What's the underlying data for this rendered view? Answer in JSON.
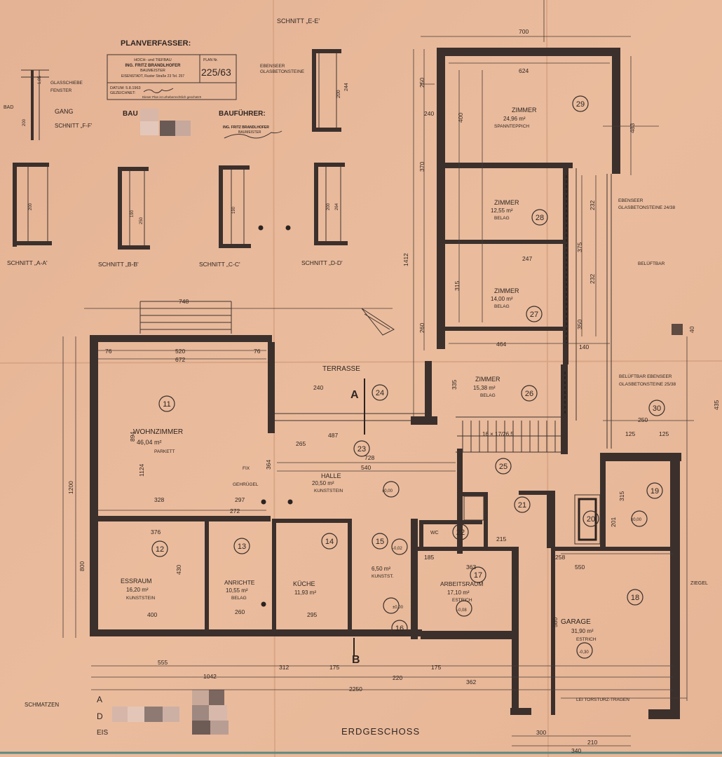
{
  "title_block": {
    "header": "PLANVERFASSER:",
    "firm_line1": "HOCH- und TIEFBAU",
    "firm_line2": "ING. FRITZ BRANDLHOFER",
    "firm_line3": "BAUMEISTER",
    "firm_address": "EISENSTADT, Ruster Straße 23 Tel. 257",
    "plan_nr_label": "PLAN Nr.",
    "plan_nr": "225/63",
    "date_label": "DATUM: 5.8.1963",
    "drawn_label": "GEZEICHNET:",
    "copyright": "Dieser Plan ist urheberrechtlich geschützt!",
    "bauherr_label": "BAU",
    "baufuehrer_label": "BAUFÜHRER:",
    "baufuehrer_stamp1": "ING. FRITZ BRANDLHOFER",
    "baufuehrer_stamp2": "BAUMEISTER"
  },
  "sections": {
    "e": "SCHNITT „E-E'",
    "a": "SCHNITT „A-A'",
    "b": "SCHNITT „B-B'",
    "c": "SCHNITT „C-C'",
    "d": "SCHNITT „D-D'",
    "f": "SCHNITT „F-F'",
    "gang": "GANG",
    "bad": "BAD",
    "glasschiebe1": "GLASSCHIEBE",
    "glasschiebe2": "FENSTER",
    "ebenseer1": "EBENSEER",
    "ebenseer2": "GLASBETONSTEINE"
  },
  "rooms": [
    {
      "num": "29",
      "name": "ZIMMER",
      "area": "24,96 m²",
      "floor": "SPANNTEPPICH"
    },
    {
      "num": "28",
      "name": "ZIMMER",
      "area": "12,55 m²",
      "floor": "BELAG"
    },
    {
      "num": "27",
      "name": "ZIMMER",
      "area": "14,00 m²",
      "floor": "BELAG"
    },
    {
      "num": "26",
      "name": "ZIMMER",
      "area": "15,38 m²",
      "floor": "BELAG"
    },
    {
      "num": "24",
      "name": "TERRASSE"
    },
    {
      "num": "11",
      "name": "WOHNZIMMER",
      "area": "46,04 m²",
      "floor": "PARKETT"
    },
    {
      "num": "23",
      "name": "HALLE",
      "area": "20,50 m²",
      "floor": "KUNSTSTEIN"
    },
    {
      "num": "12",
      "name": "ESSRAUM",
      "area": "16,20 m²",
      "floor": "KUNSTSTEIN"
    },
    {
      "num": "13",
      "name": "ANRICHTE",
      "area": "10,55 m²",
      "floor": "BELAG"
    },
    {
      "num": "14",
      "name": "KÜCHE",
      "area": "11,93 m²"
    },
    {
      "num": "15",
      "area": "6,50 m²",
      "floor": "KUNSTST."
    },
    {
      "num": "17",
      "name": "ARBEITSRAUM",
      "area": "17,10 m²",
      "floor": "ESTRICH"
    },
    {
      "num": "18",
      "name": "GARAGE",
      "area": "31,90 m²",
      "floor": "ESTRICH"
    },
    {
      "num": "19"
    },
    {
      "num": "20"
    },
    {
      "num": "21"
    },
    {
      "num": "22"
    },
    {
      "num": "25"
    },
    {
      "num": "16"
    },
    {
      "num": "30"
    }
  ],
  "labels": {
    "floor_name": "ERDGESCHOSS",
    "stairs": "16 × 17/26,5",
    "gehruegel": "GEHRÜGEL",
    "fix": "FIX",
    "wc": "WC",
    "belueftbar1": "BELÜFTBAR",
    "belueftbar2": "BELÜFTBAR EBENSEER",
    "glasbeton_r1": "EBENSEER",
    "glasbeton_r2": "GLASBETONSTEINE 24/38",
    "glasbeton_r3": "GLASBETONSTEINE 25/38",
    "ziegel": "ZIEGEL",
    "torsturz": "LEI TORSTURZ-TRAGEN",
    "schmatzen": "SCHMATZEN",
    "axis_a": "A",
    "axis_b": "B",
    "level_m002": "-0,02",
    "level_m008": "-0,08",
    "level_m030": "-0,30",
    "level_000a": "±0,00",
    "level_000b": "±0,00",
    "level_000c": "±0,00"
  },
  "dims": {
    "d700": "700",
    "d624": "624",
    "d483": "483",
    "d250": "250",
    "d240": "240",
    "d400": "400",
    "d370": "370",
    "d1412": "1412",
    "d232a": "232",
    "d232b": "232",
    "d375": "375",
    "d247": "247",
    "d315": "315",
    "d350": "350",
    "d464": "464",
    "d140": "140",
    "d260": "260",
    "d335": "335",
    "d435": "435",
    "d520": "520",
    "d672": "672",
    "d76a": "76",
    "d76b": "76",
    "d748": "748",
    "d894": "894",
    "d1124": "1124",
    "d1200": "1200",
    "d328": "328",
    "d297": "297",
    "d272": "272",
    "d364": "364",
    "d540": "540",
    "d265": "265",
    "d487": "487",
    "d728": "728",
    "d376": "376",
    "d430": "430",
    "d260b": "260",
    "d400b": "400",
    "d295": "295",
    "d800": "800",
    "d555": "555",
    "d1042": "1042",
    "d312": "312",
    "d175a": "175",
    "d175b": "175",
    "d2250": "2250",
    "d220": "220",
    "d362": "362",
    "d550": "550",
    "d258": "258",
    "d185": "185",
    "d363": "363",
    "d215": "215",
    "d580": "580",
    "d300": "300",
    "d340": "340",
    "d210": "210",
    "d315b": "315",
    "d201": "201",
    "d125a": "125",
    "d125b": "125",
    "d250b": "250",
    "d240b": "240",
    "d40": "40"
  },
  "colors": {
    "paper": "#e8b797",
    "ink": "#2f2622",
    "wall": "#3b302c"
  }
}
